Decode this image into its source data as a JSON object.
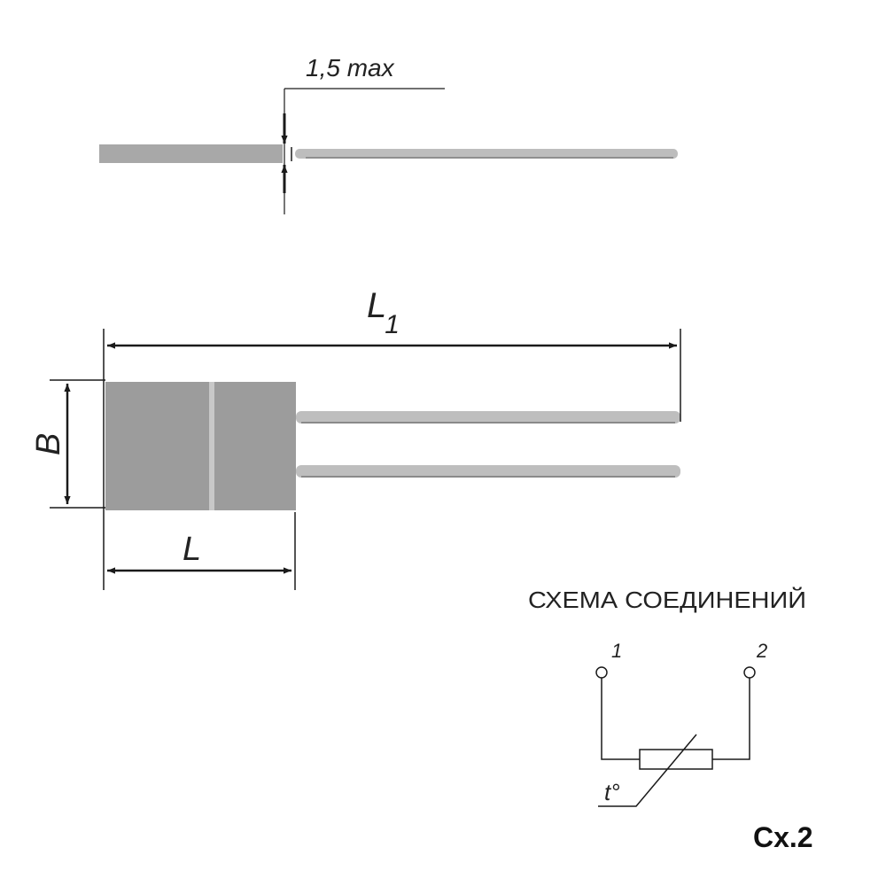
{
  "dimensions": {
    "lead_offset": "1,5 max",
    "total_length_main": "L",
    "total_length_sub": "1",
    "width": "B",
    "body_length": "L"
  },
  "schematic": {
    "title": "СХЕМА СОЕДИНЕНИЙ",
    "pin1": "1",
    "pin2": "2",
    "temp_symbol": "t°"
  },
  "figure_label": "Сх.2",
  "colors": {
    "body": "#9c9c9c",
    "lead": "#b9b9b9",
    "line": "#1a1a1a"
  }
}
